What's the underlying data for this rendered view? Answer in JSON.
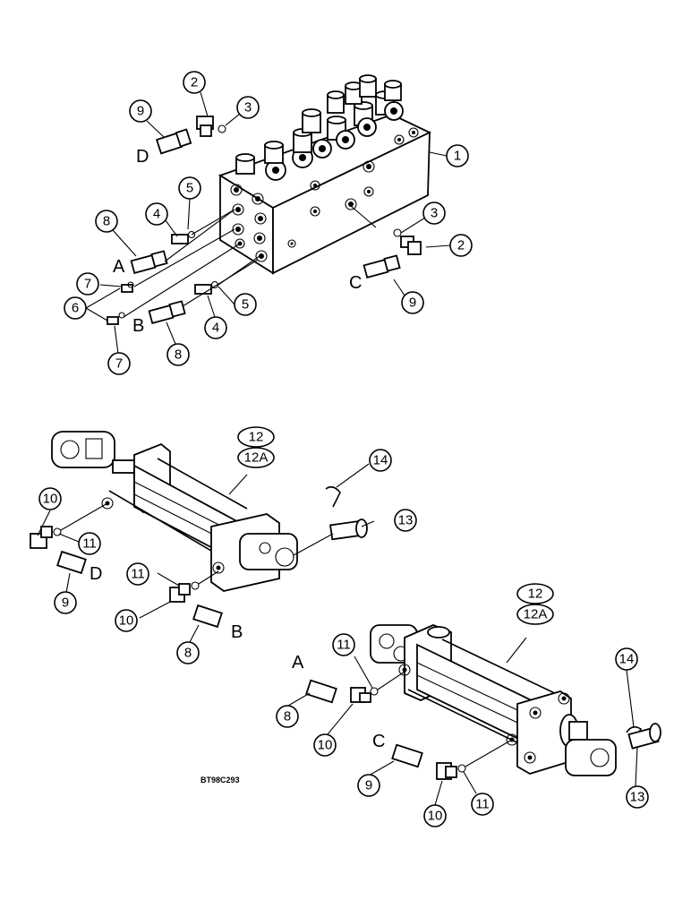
{
  "figure_code": "BT98C293",
  "port_letters": {
    "A": "A",
    "B": "B",
    "C": "C",
    "D": "D"
  },
  "callouts": {
    "c1": "1",
    "c2": "2",
    "c3": "3",
    "c4": "4",
    "c5": "5",
    "c6": "6",
    "c7": "7",
    "c8": "8",
    "c9": "9",
    "c10": "10",
    "c11": "11",
    "c12": "12",
    "c12a": "12A",
    "c13": "13",
    "c14": "14"
  }
}
